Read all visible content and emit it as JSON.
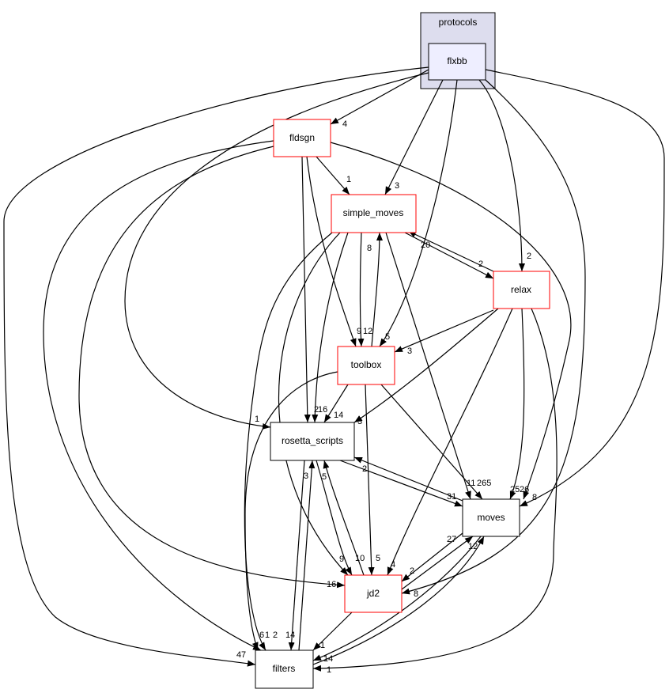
{
  "cluster": {
    "label": "protocols",
    "fill": "#ddddee"
  },
  "nodes": {
    "flxbb": {
      "label": "flxbb",
      "fill": "#eeeeff",
      "border": "#000000"
    },
    "fldsgn": {
      "label": "fldsgn",
      "border": "#ff0000"
    },
    "simple_moves": {
      "label": "simple_moves",
      "border": "#ff0000"
    },
    "relax": {
      "label": "relax",
      "border": "#ff0000"
    },
    "toolbox": {
      "label": "toolbox",
      "border": "#ff0000"
    },
    "rosetta_scripts": {
      "label": "rosetta_scripts",
      "border": "#000000"
    },
    "moves": {
      "label": "moves",
      "border": "#000000"
    },
    "jd2": {
      "label": "jd2",
      "border": "#ff0000"
    },
    "filters": {
      "label": "filters",
      "border": "#000000"
    }
  },
  "edge_labels": [
    "4",
    "1",
    "3",
    "8",
    "20",
    "2",
    "2",
    "9",
    "12",
    "5",
    "3",
    "1",
    "2",
    "16",
    "14",
    "3",
    "3",
    "5",
    "2",
    "11",
    "265",
    "25",
    "26",
    "8",
    "31",
    "27",
    "12",
    "9",
    "10",
    "5",
    "4",
    "2",
    "16",
    "8",
    "6",
    "1",
    "2",
    "14",
    "4",
    "7",
    "1",
    "14",
    "1"
  ]
}
